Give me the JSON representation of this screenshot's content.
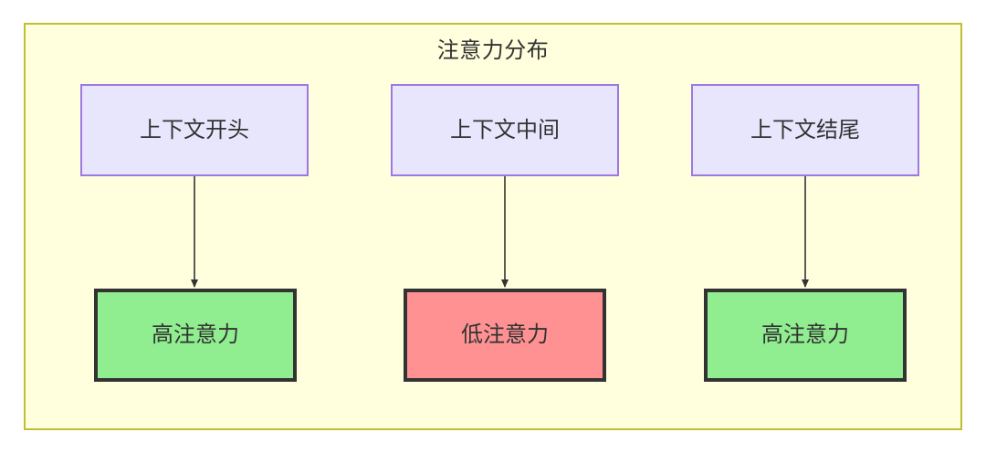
{
  "diagram": {
    "title": "注意力分布",
    "type": "flowchart",
    "colors": {
      "canvas": "#ffffff",
      "subgraph_fill": "#ffffde",
      "subgraph_stroke": "#bfbf36",
      "context_fill": "#e7e6fd",
      "context_stroke": "#9d78e4",
      "high_attention_fill": "#90ee90",
      "low_attention_fill": "#ff9193",
      "attention_stroke": "#333333",
      "edge_stroke": "#333333",
      "text": "#333333"
    },
    "columns": [
      {
        "id": "col-1",
        "source": {
          "label": "上下文开头",
          "kind": "context-node"
        },
        "target": {
          "label": "高注意力",
          "kind": "attention-node",
          "level": "high"
        },
        "edge": {
          "kind": "arrow",
          "direction": "down"
        }
      },
      {
        "id": "col-2",
        "source": {
          "label": "上下文中间",
          "kind": "context-node"
        },
        "target": {
          "label": "低注意力",
          "kind": "attention-node",
          "level": "low"
        },
        "edge": {
          "kind": "arrow",
          "direction": "down"
        }
      },
      {
        "id": "col-3",
        "source": {
          "label": "上下文结尾",
          "kind": "context-node"
        },
        "target": {
          "label": "高注意力",
          "kind": "attention-node",
          "level": "high"
        },
        "edge": {
          "kind": "arrow",
          "direction": "down"
        }
      }
    ]
  }
}
